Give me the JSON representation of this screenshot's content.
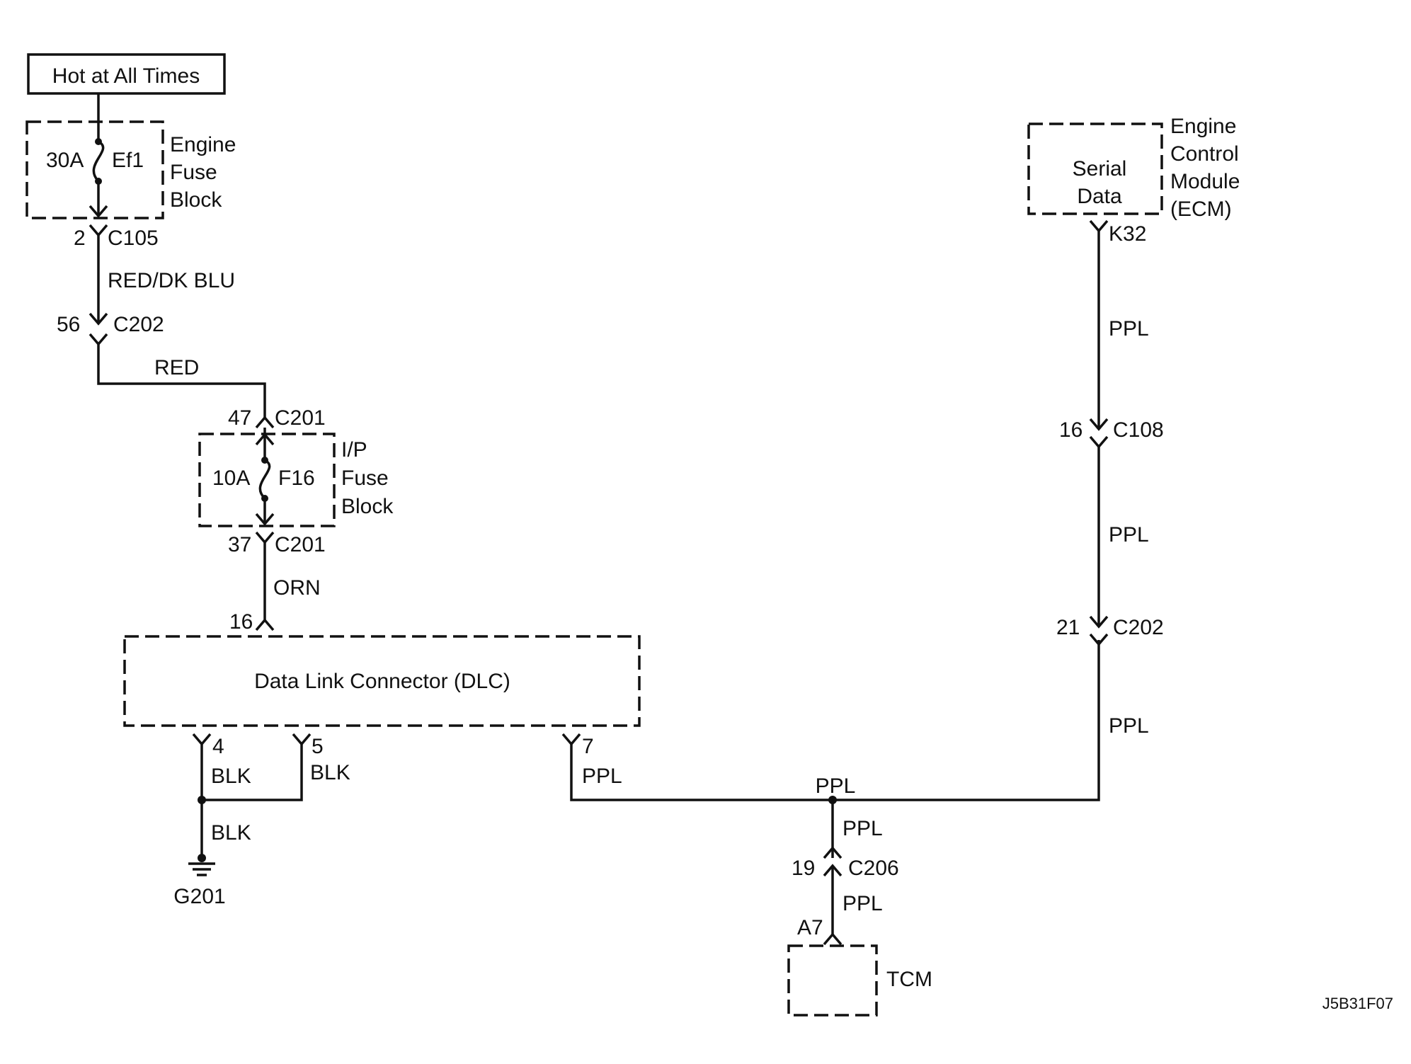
{
  "source": {
    "label": "Hot at All Times"
  },
  "engine_fuse_block": {
    "fuse_rating": "30A",
    "fuse_name": "Ef1",
    "label_line1": "Engine",
    "label_line2": "Fuse",
    "label_line3": "Block",
    "out_pin": "2",
    "out_connector": "C105"
  },
  "wire_c105_c202": {
    "color": "RED/DK BLU"
  },
  "c202_top": {
    "pin": "56",
    "connector": "C202"
  },
  "wire_red": {
    "color": "RED"
  },
  "ip_fuse_block": {
    "in_pin": "47",
    "in_connector": "C201",
    "fuse_rating": "10A",
    "fuse_name": "F16",
    "label_line1": "I/P",
    "label_line2": "Fuse",
    "label_line3": "Block",
    "out_pin": "37",
    "out_connector": "C201"
  },
  "wire_orn": {
    "color": "ORN"
  },
  "dlc": {
    "label": "Data Link Connector (DLC)",
    "pin_top": "16",
    "pin_4": "4",
    "pin_5": "5",
    "pin_7": "7"
  },
  "ground": {
    "wire4_color": "BLK",
    "wire5_color": "BLK",
    "common_color": "BLK",
    "name": "G201"
  },
  "dlc_serial": {
    "wire_color": "PPL"
  },
  "ecm": {
    "block_line1": "Serial",
    "block_line2": "Data",
    "label_line1": "Engine",
    "label_line2": "Control",
    "label_line3": "Module",
    "label_line4": "(ECM)",
    "pin": "K32",
    "wire1_color": "PPL",
    "c108_pin": "16",
    "c108_connector": "C108",
    "wire2_color": "PPL",
    "c202_pin": "21",
    "c202_connector": "C202",
    "wire3_color": "PPL"
  },
  "splice": {
    "color": "PPL"
  },
  "tcm": {
    "wire_upper_color": "PPL",
    "c206_pin": "19",
    "c206_connector": "C206",
    "wire_lower_color": "PPL",
    "pin": "A7",
    "label": "TCM"
  },
  "figure_id": "J5B31F07"
}
